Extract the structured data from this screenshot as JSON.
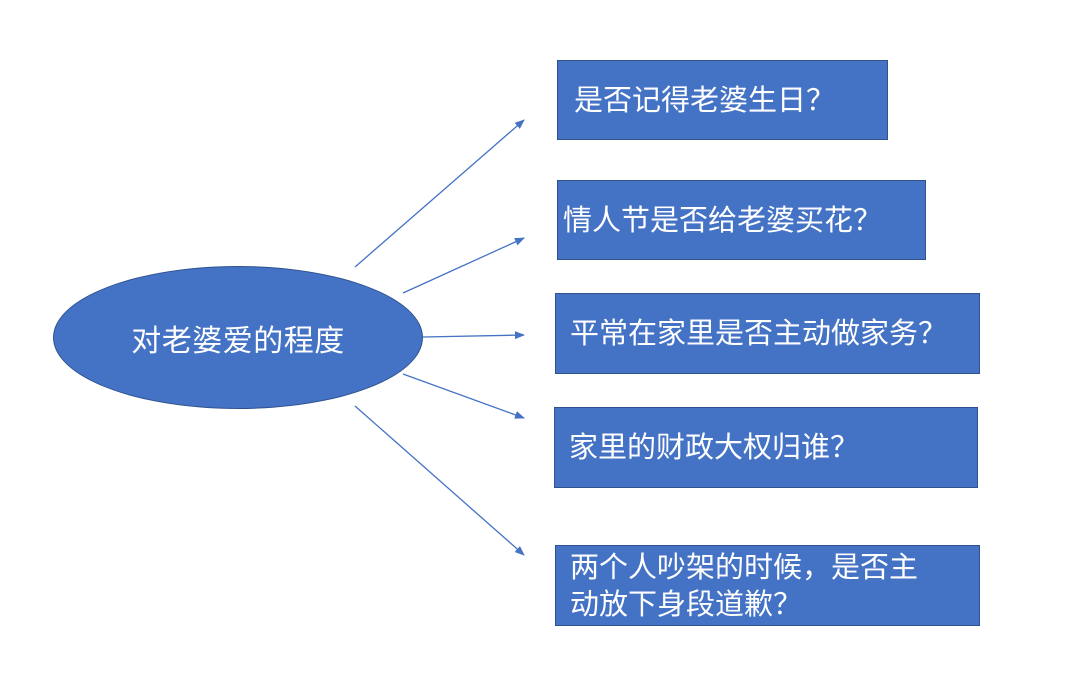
{
  "center": {
    "label": "对老婆爱的程度"
  },
  "branches": [
    {
      "label": "是否记得老婆生日？"
    },
    {
      "label": "情人节是否给老婆买花？"
    },
    {
      "label": "平常在家里是否主动做家务？"
    },
    {
      "label": "家里的财政大权归谁？"
    },
    {
      "label_line1": "两个人吵架的时候，是否主",
      "label_line2": "动放下身段道歉？"
    }
  ],
  "colors": {
    "node_fill": "#4472c4",
    "node_border": "#2f528f",
    "arrow": "#4472c4",
    "text": "#ffffff"
  }
}
